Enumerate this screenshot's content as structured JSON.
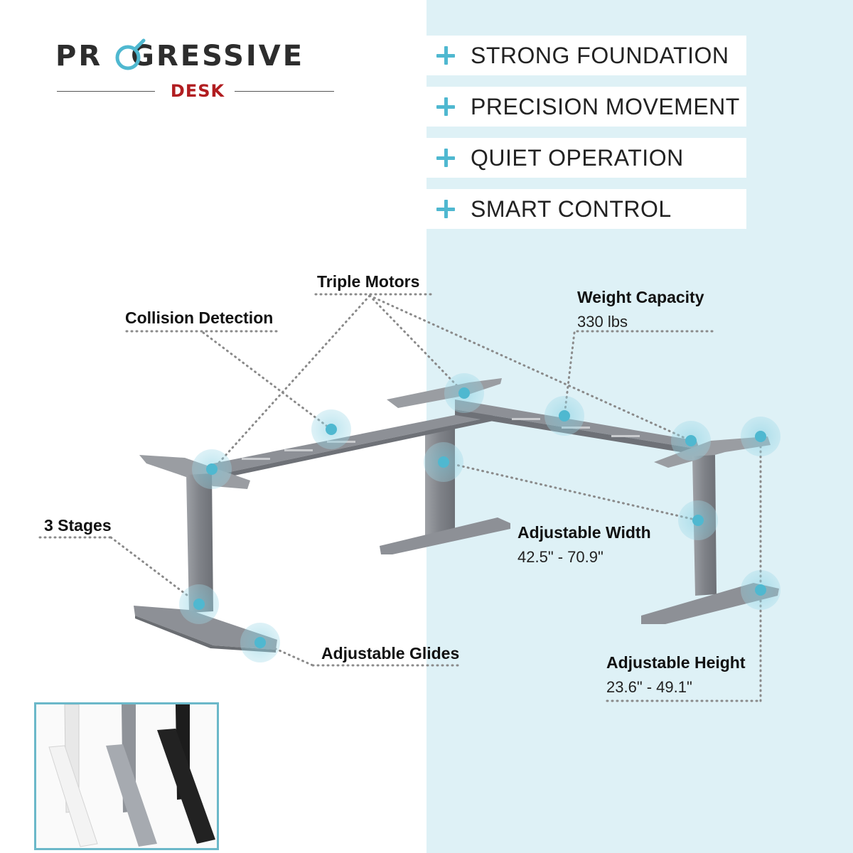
{
  "logo": {
    "brand": "PROGRESSIVE",
    "sub": "DESK",
    "brand_color": "#2d2d2d",
    "sub_color": "#b11d20",
    "accent": "#4fb8d0"
  },
  "features": [
    {
      "icon": "plus-icon",
      "label": "STRONG FOUNDATION"
    },
    {
      "icon": "plus-icon",
      "label": "PRECISION MOVEMENT"
    },
    {
      "icon": "plus-icon",
      "label": "QUIET OPERATION"
    },
    {
      "icon": "plus-icon",
      "label": "SMART CONTROL"
    }
  ],
  "callouts": {
    "triple_motors": {
      "title": "Triple Motors"
    },
    "collision_detection": {
      "title": "Collision Detection"
    },
    "weight_capacity": {
      "title": "Weight Capacity",
      "value": "330 lbs"
    },
    "three_stages": {
      "title": "3 Stages"
    },
    "adjustable_width": {
      "title": "Adjustable Width",
      "value": "42.5\" - 70.9\""
    },
    "adjustable_glides": {
      "title": "Adjustable Glides"
    },
    "adjustable_height": {
      "title": "Adjustable Height",
      "value": "23.6\" - 49.1\""
    }
  },
  "colors": {
    "right_panel": "#def1f6",
    "highlight_dot": "#4fb8d0",
    "frame_gray": "#8d9096",
    "thumbnail_border": "#6bb8c9"
  },
  "thumbnail": {
    "variants": [
      "white",
      "gray",
      "black"
    ]
  }
}
